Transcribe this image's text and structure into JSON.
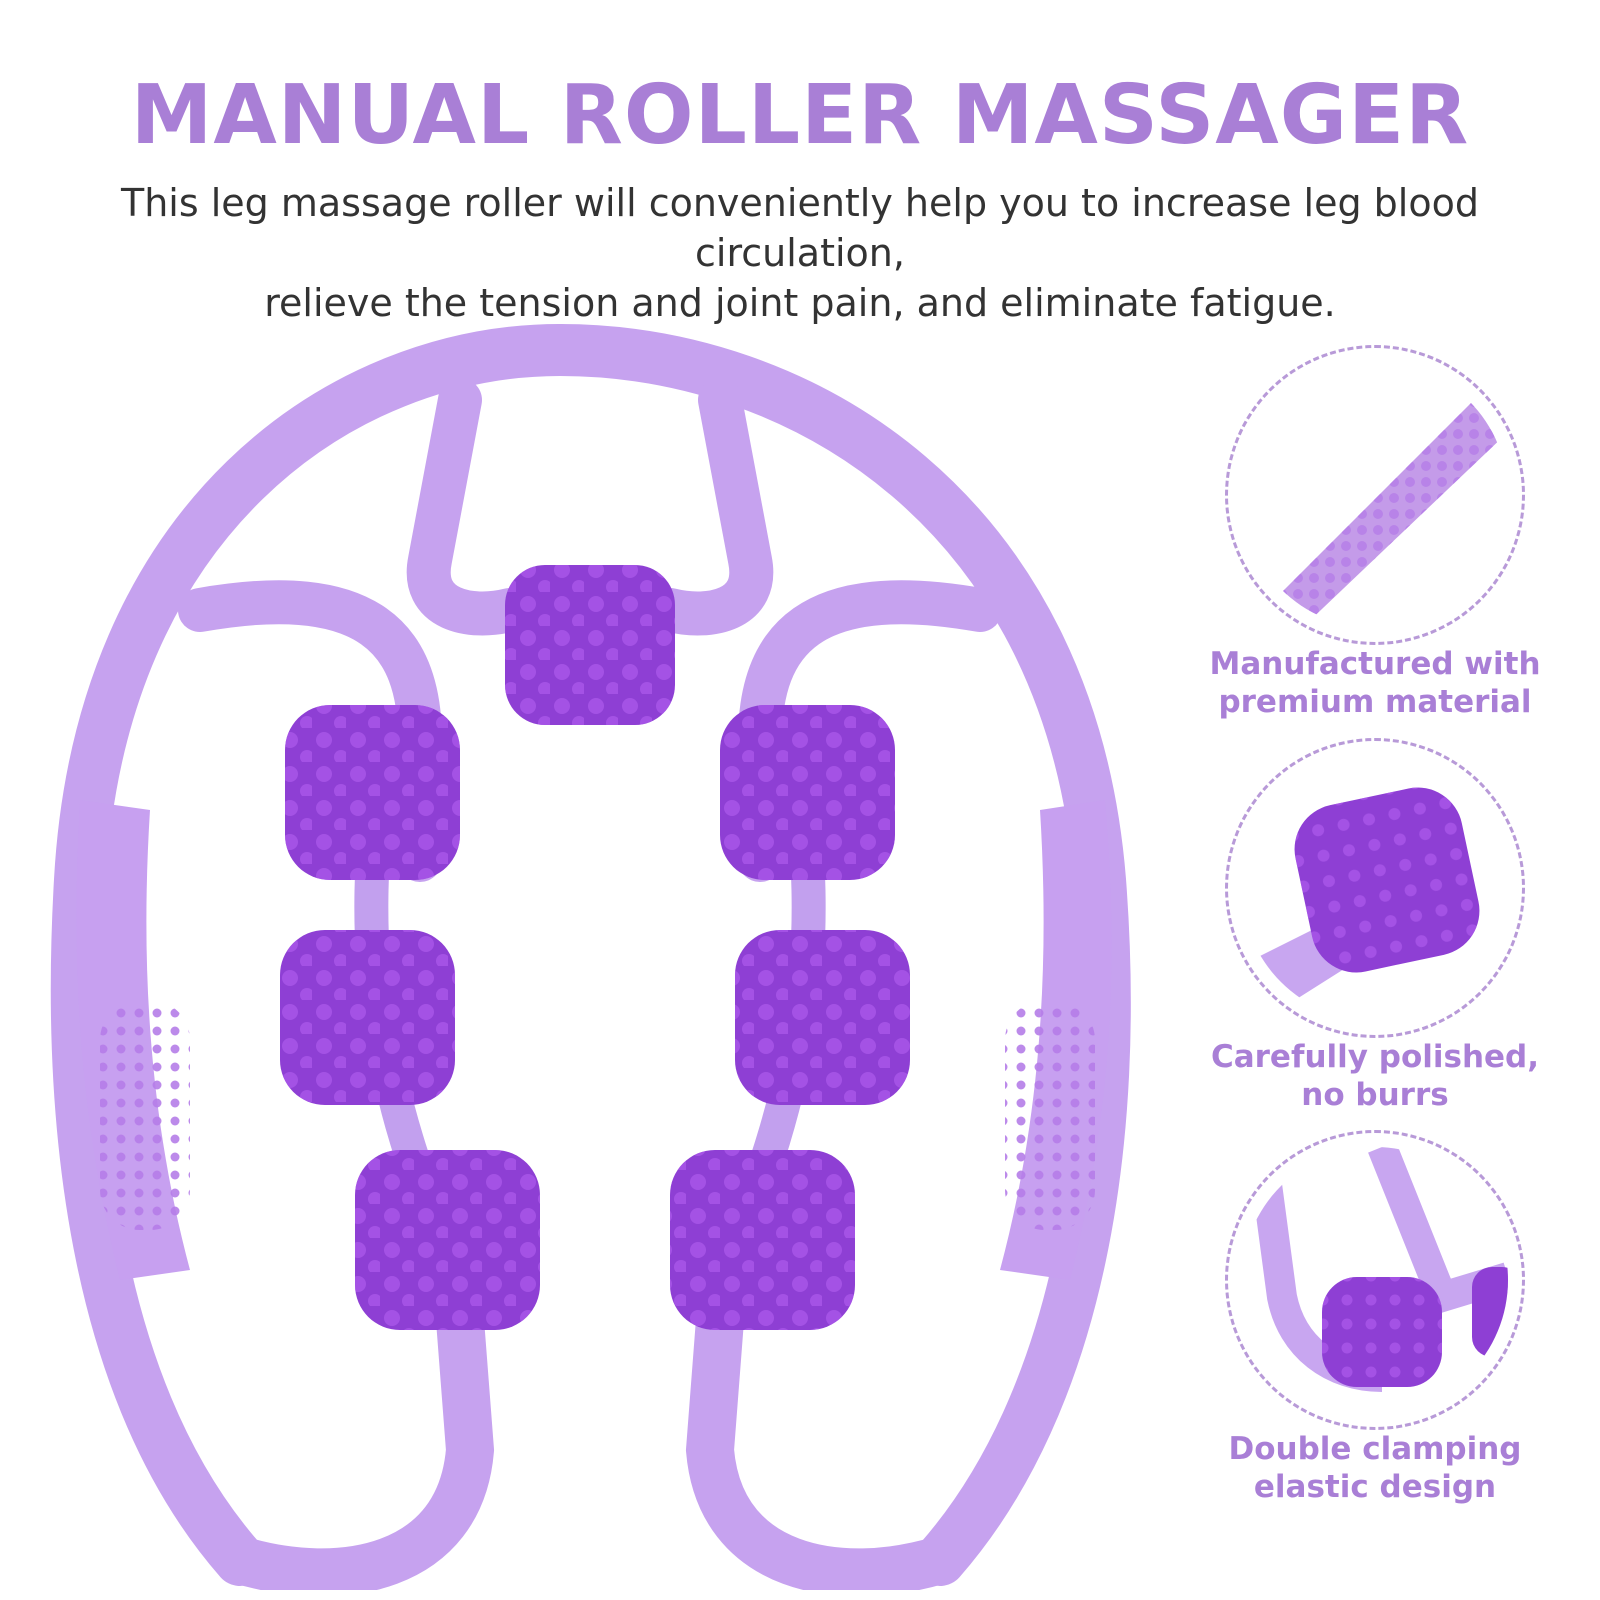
{
  "header": {
    "title": "MANUAL ROLLER MASSAGER",
    "description_line1": "This leg massage roller will conveniently help you to increase leg blood circulation,",
    "description_line2": "relieve the tension and joint pain, and eliminate fatigue."
  },
  "features": [
    {
      "line1": "Manufactured with",
      "line2": "premium material",
      "icon": "textured-handle-closeup"
    },
    {
      "line1": "Carefully polished,",
      "line2": "no burrs",
      "icon": "roller-ball-closeup"
    },
    {
      "line1": "Double clamping",
      "line2": "elastic design",
      "icon": "clamp-roller-closeup"
    }
  ],
  "colors": {
    "accent": "#a97fd6",
    "frame": "#c6a2ef",
    "roller": "#8e3fd4",
    "border": "#b89ad8",
    "text": "#333333"
  }
}
